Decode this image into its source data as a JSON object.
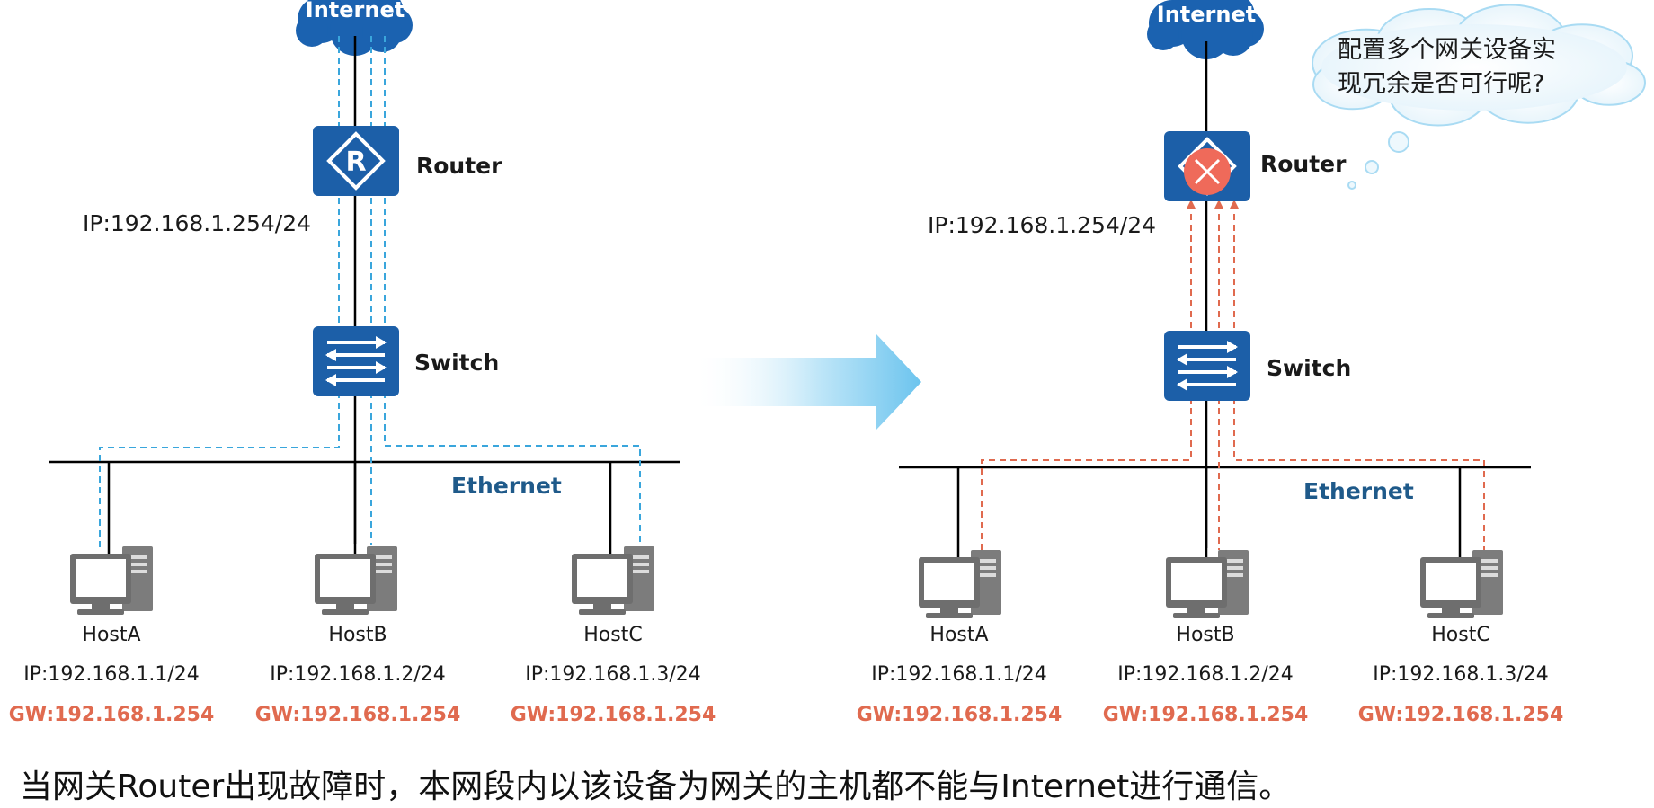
{
  "colors": {
    "device_blue": "#1c5fa8",
    "cloud_blue": "#1b62b0",
    "path_ok": "#3aa6dc",
    "path_fail": "#e06a4f",
    "gateway_text": "#e06a4f",
    "ethernet_text": "#1f5a8a",
    "fault_mark": "#ef6a5a"
  },
  "left_diagram": {
    "internet": "Internet",
    "router_label": "Router",
    "router_ip": "IP:192.168.1.254/24",
    "switch_label": "Switch",
    "ethernet_label": "Ethernet",
    "hosts": [
      {
        "name": "HostA",
        "ip": "IP:192.168.1.1/24",
        "gw": "GW:192.168.1.254"
      },
      {
        "name": "HostB",
        "ip": "IP:192.168.1.2/24",
        "gw": "GW:192.168.1.254"
      },
      {
        "name": "HostC",
        "ip": "IP:192.168.1.3/24",
        "gw": "GW:192.168.1.254"
      }
    ]
  },
  "right_diagram": {
    "internet": "Internet",
    "router_label": "Router",
    "router_ip": "IP:192.168.1.254/24",
    "switch_label": "Switch",
    "ethernet_label": "Ethernet",
    "hosts": [
      {
        "name": "HostA",
        "ip": "IP:192.168.1.1/24",
        "gw": "GW:192.168.1.254"
      },
      {
        "name": "HostB",
        "ip": "IP:192.168.1.2/24",
        "gw": "GW:192.168.1.254"
      },
      {
        "name": "HostC",
        "ip": "IP:192.168.1.3/24",
        "gw": "GW:192.168.1.254"
      }
    ]
  },
  "thought_bubble": {
    "line1": "配置多个网关设备实",
    "line2": "现冗余是否可行呢?"
  },
  "caption": "当网关Router出现故障时，本网段内以该设备为网关的主机都不能与Internet进行通信。",
  "icons": [
    "cloud-icon",
    "router-icon",
    "switch-icon",
    "computer-icon",
    "fault-x-icon",
    "transition-arrow-icon",
    "thought-bubble-icon"
  ]
}
